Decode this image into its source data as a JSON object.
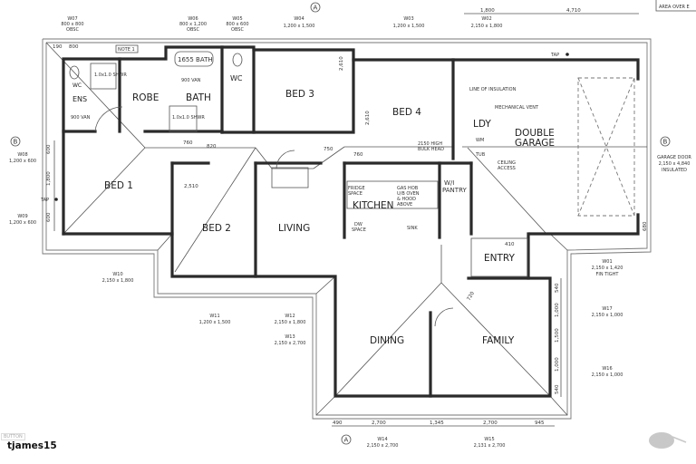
{
  "rooms": {
    "ens": "ENS",
    "robe": "ROBE",
    "bath": "BATH",
    "wc": "WC",
    "wc_ens": "WC",
    "bed1": "BED 1",
    "bed2": "BED 2",
    "bed3": "BED 3",
    "bed4": "BED 4",
    "living": "LIVING",
    "kitchen": "KITCHEN",
    "dining": "DINING",
    "family": "FAMILY",
    "entry": "ENTRY",
    "ldy": "LDY",
    "garage_line1": "DOUBLE",
    "garage_line2": "GARAGE",
    "pantry_line1": "W/I",
    "pantry_line2": "PANTRY"
  },
  "fixtures": {
    "bath_tub": "1655 BATH",
    "van_bath": "900 VAN",
    "van_ens": "900 VAN",
    "shwr_ens": "1.0x1.0 SHWR",
    "shwr_bath": "1.0x1.0 SHWR",
    "fridge_1": "FRIDGE",
    "fridge_2": "SPACE",
    "gas_1": "GAS HOB",
    "gas_2": "U/B OVEN",
    "gas_3": "& HOOD",
    "gas_4": "ABOVE",
    "dw_1": "DW",
    "dw_2": "SPACE",
    "sink": "SINK",
    "tub": "TUB",
    "wm": "WM"
  },
  "notes": {
    "note1": "NOTE 1",
    "insulation": "LINE OF INSULATION",
    "vent": "MECHANICAL VENT",
    "bulkhead_1": "2150 HIGH",
    "bulkhead_2": "BULK HEAD",
    "ceiling_1": "CEILING",
    "ceiling_2": "ACCESS",
    "tap_top": "TAP",
    "tap_left": "TAP",
    "area_over": "AREA OVER E",
    "section_a": "A",
    "section_b": "B"
  },
  "windows": [
    {
      "id": "W07",
      "size": "800 x 800",
      "note": "OBSC"
    },
    {
      "id": "W06",
      "size": "800 x 1,200",
      "note": "OBSC"
    },
    {
      "id": "W05",
      "size": "800 x 600",
      "note": "OBSC"
    },
    {
      "id": "W04",
      "size": "1,200 x 1,500",
      "note": ""
    },
    {
      "id": "W03",
      "size": "1,200 x 1,500",
      "note": ""
    },
    {
      "id": "W02",
      "size": "2,150 x 1,800",
      "note": ""
    },
    {
      "id": "W08",
      "size": "1,200 x 600",
      "note": ""
    },
    {
      "id": "W09",
      "size": "1,200 x 600",
      "note": ""
    },
    {
      "id": "W10",
      "size": "2,150 x 1,800",
      "note": ""
    },
    {
      "id": "W11",
      "size": "1,200 x 1,500",
      "note": ""
    },
    {
      "id": "W12",
      "size": "2,150 x 1,800",
      "note": ""
    },
    {
      "id": "W13",
      "size": "2,150 x 2,700",
      "note": ""
    },
    {
      "id": "W14",
      "size": "2,150 x 2,700",
      "note": ""
    },
    {
      "id": "W15",
      "size": "2,131 x 2,700",
      "note": ""
    },
    {
      "id": "W16",
      "size": "2,150 x 1,000",
      "note": ""
    },
    {
      "id": "W17",
      "size": "2,150 x 1,000",
      "note": ""
    },
    {
      "id": "W01",
      "size": "2,150 x 1,420",
      "note": "FIN TIGHT"
    }
  ],
  "garage_door": {
    "label": "GARAGE DOOR",
    "size": "2,150 x 4,840",
    "note": "INSULATED"
  },
  "dimensions": {
    "top_1": "1,800",
    "top_2": "4,710",
    "top_left_1": "190",
    "top_left_2": "800",
    "left_1": "600",
    "left_2": "1,800",
    "left_3": "600",
    "bottom_1": "490",
    "bottom_2": "2,700",
    "bottom_3": "1,345",
    "bottom_4": "2,700",
    "bottom_5": "945",
    "right_1": "540",
    "right_2": "1,000",
    "right_3": "1,500",
    "right_4": "1,000",
    "right_5": "540",
    "garage_right": "680",
    "bed2_robe": "2,510",
    "bed3_side": "2,610",
    "bed4_side": "2,610",
    "door_760": "760",
    "door_750": "750",
    "door_820": "820",
    "door_410": "410",
    "door_720": "720"
  },
  "watermark": {
    "user": "tjames15",
    "button": "BUTTON"
  }
}
